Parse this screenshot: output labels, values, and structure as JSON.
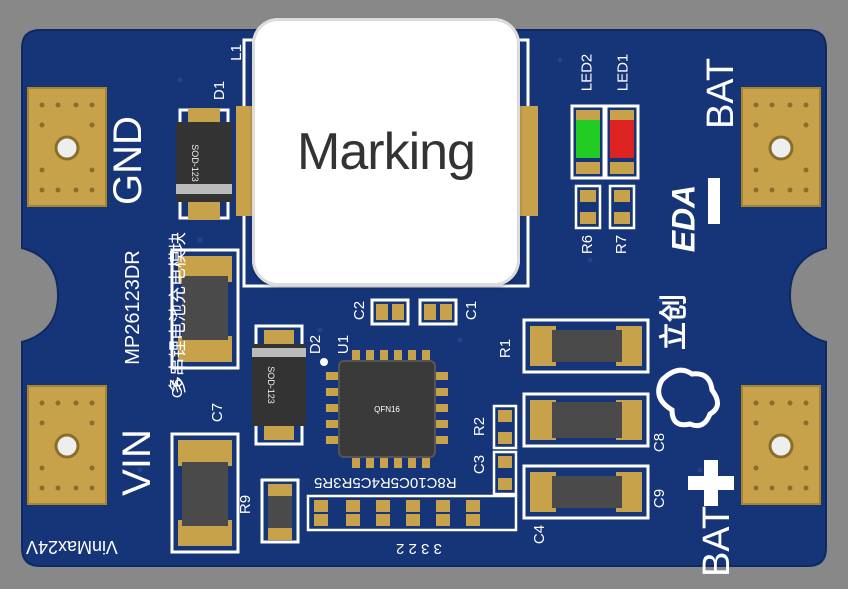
{
  "board": {
    "inductor_marking": "Marking",
    "ic_package": "QFN16",
    "diode_package_1": "SOD-123",
    "diode_package_2": "SOD-123",
    "labels": {
      "gnd": "GND",
      "vin": "VIN",
      "bat_minus": "BAT",
      "bat_plus": "BAT",
      "part_number": "MP26123DR",
      "description": "多串锂电池充电模块",
      "vin_max": "VinMax24V",
      "brand": "EDA",
      "brand_prefix": "立创",
      "L1": "L1",
      "D1": "D1",
      "D2": "D2",
      "U1": "U1",
      "LED1": "LED1",
      "LED2": "LED2",
      "R6": "R6",
      "R7": "R7",
      "C1": "C1",
      "C2": "C2",
      "C6": "C6",
      "C7": "C7",
      "C8": "C8",
      "C9": "C9",
      "C4": "C4",
      "R1": "R1",
      "R2": "R2",
      "R9": "R9",
      "C3": "C3",
      "bottom_row": "R8C10C5R4C5R3R5",
      "digits": "3 3 2 2"
    },
    "colors": {
      "board_blue": "#163579",
      "board_blue_light": "#1e4590",
      "pad_gold": "#c8a24a",
      "background": "#888888",
      "led_green": "#22cc22",
      "led_red": "#dd2222"
    }
  }
}
